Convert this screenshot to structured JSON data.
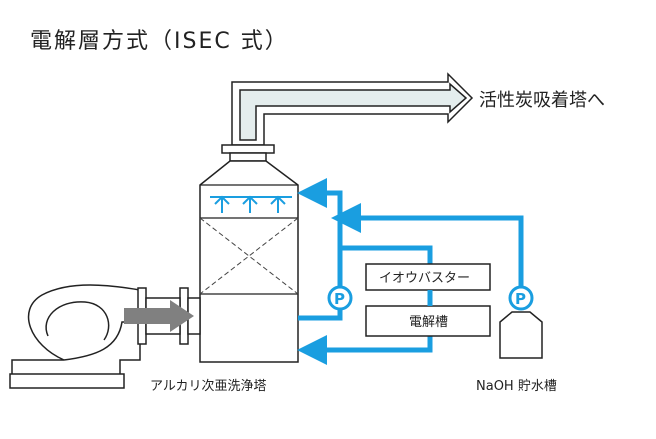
{
  "title": "電解層方式（ISEC 式）",
  "labels": {
    "outlet": "活性炭吸着塔へ",
    "scrubber": "アルカリ次亜洗浄塔",
    "naoh_tank": "NaOH 貯水槽",
    "pump_symbol": "P"
  },
  "boxes": {
    "ion_buster": "イオウバスター",
    "electrolyzer": "電解槽"
  },
  "colors": {
    "accent_blue": "#1a9ee0",
    "duct_fill": "#e4eded",
    "arrow_gray": "#808080",
    "line": "#222222"
  }
}
